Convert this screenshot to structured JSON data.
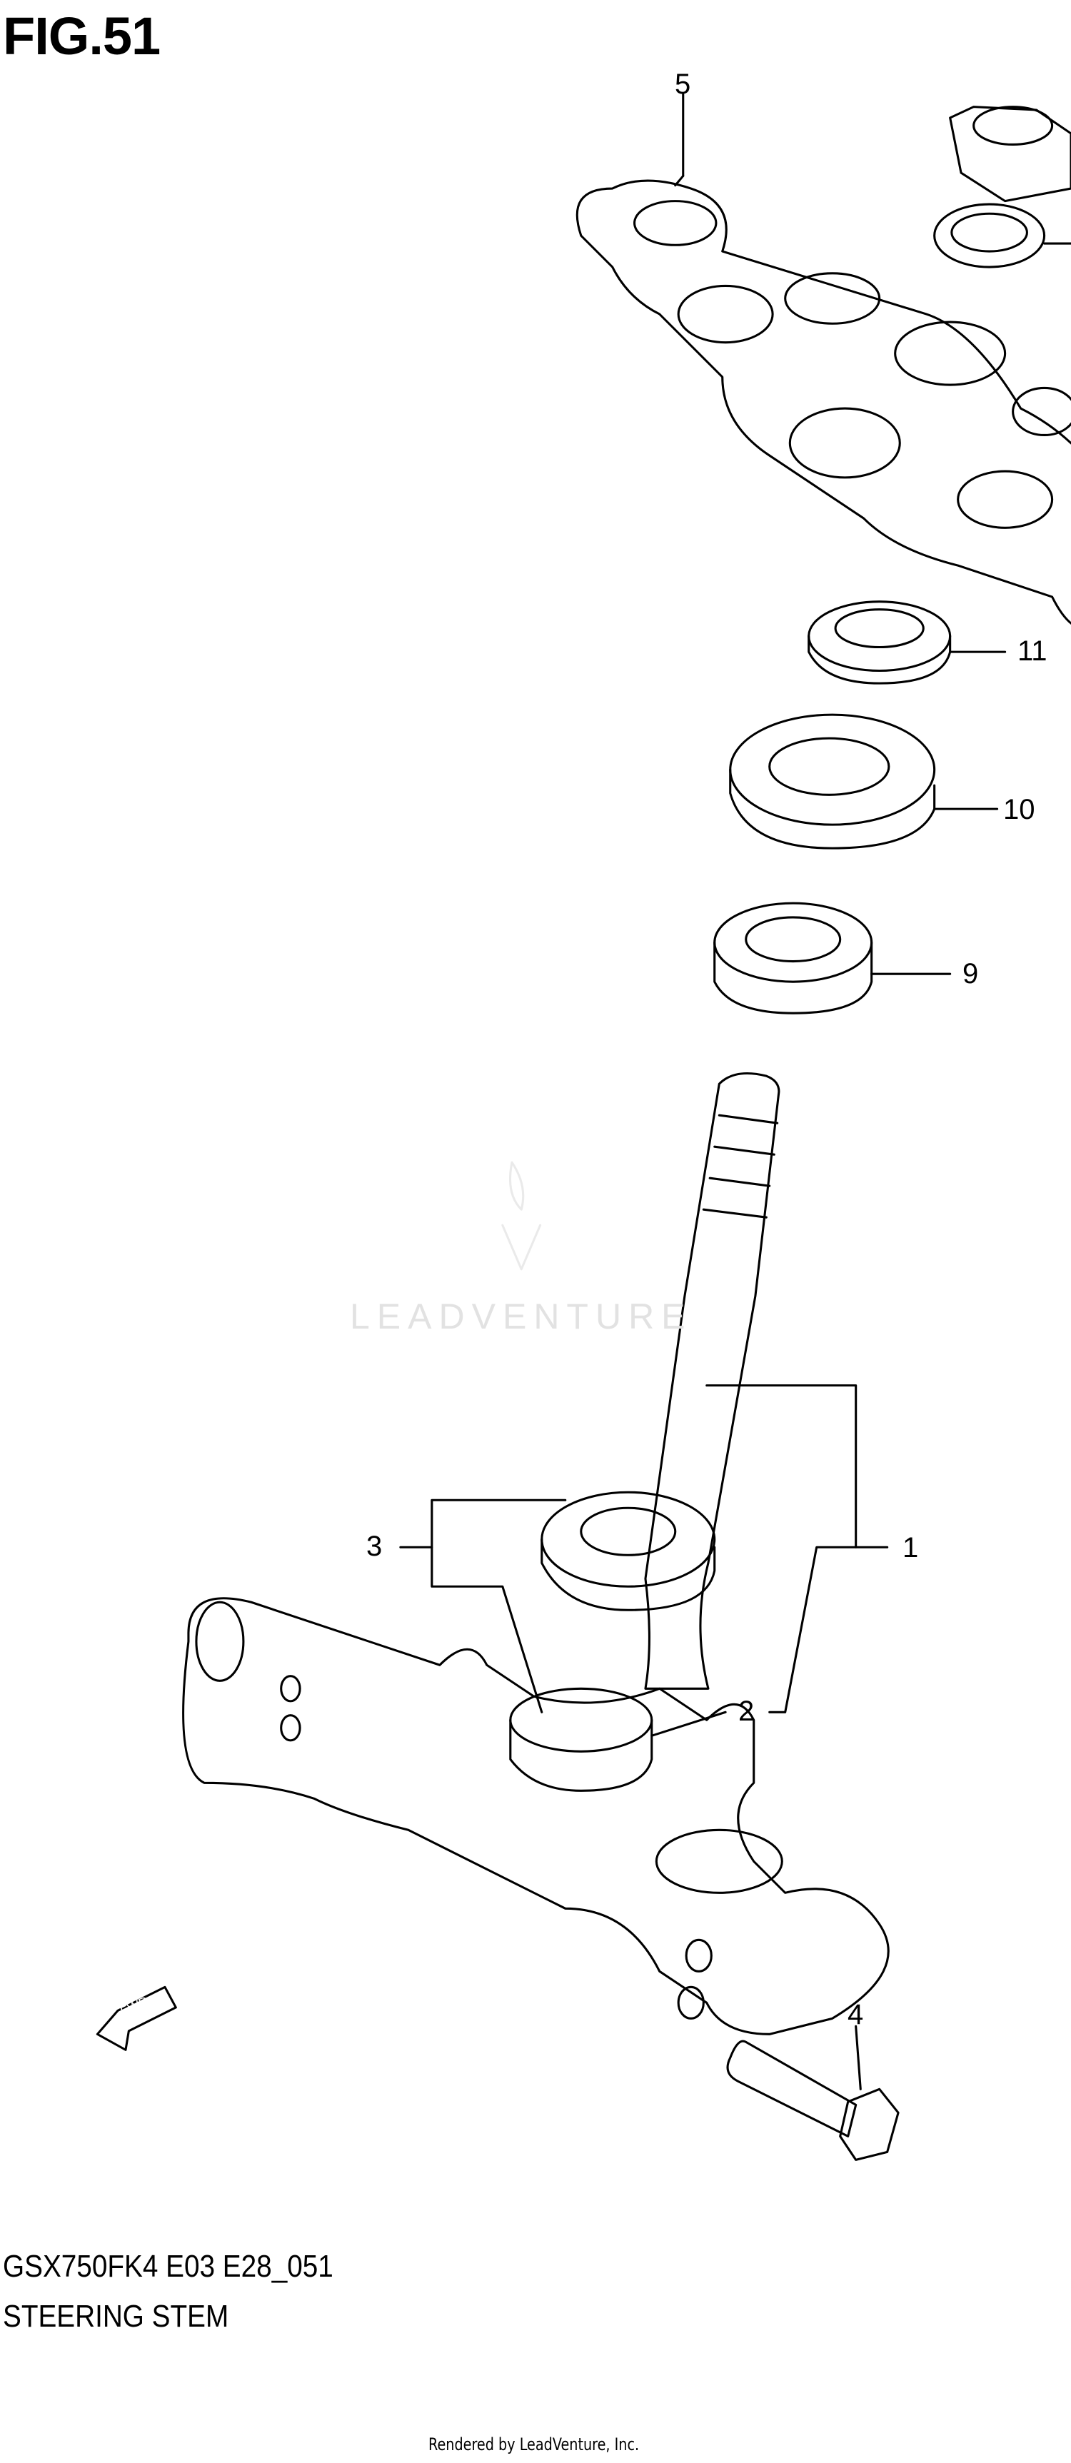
{
  "figure": {
    "title": "FIG.51"
  },
  "model_code": "GSX750FK4 E03 E28_051",
  "section_name": "STEERING STEM",
  "rendered_by": "Rendered by LeadVenture, Inc.",
  "watermark": "LEADVENTURE",
  "fwd_label": "FWD",
  "callouts": [
    "1",
    "2",
    "3",
    "4",
    "5",
    "9",
    "10",
    "11"
  ]
}
